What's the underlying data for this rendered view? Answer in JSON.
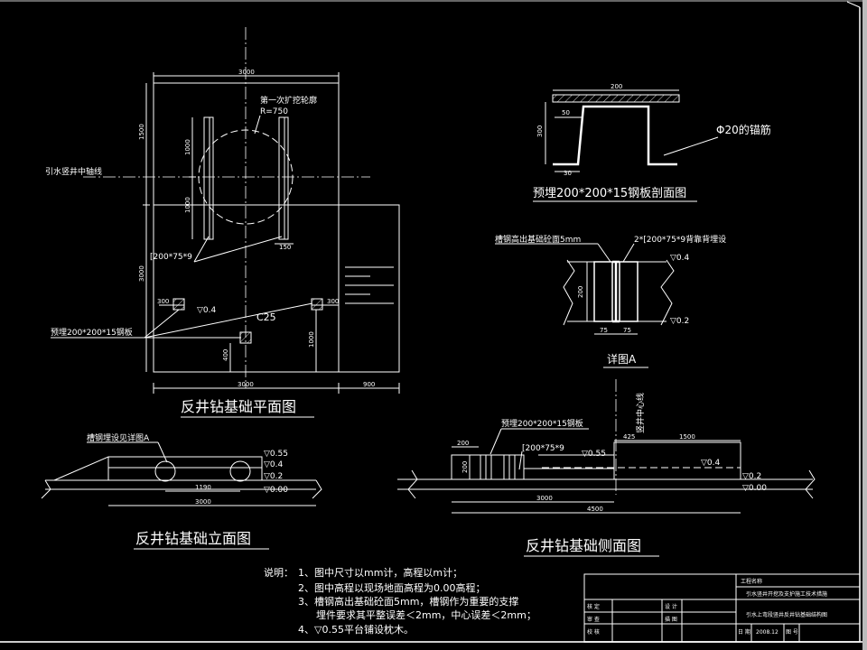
{
  "plan": {
    "title": "反井钻基础平面图",
    "excavation_label": "第一次扩挖轮廓",
    "radius_label": "R=750",
    "axis_label": "引水竖井中轴线",
    "channel_label": "[200*75*9",
    "plate_label": "预埋200*200*15钢板",
    "elev": "▽0.4",
    "concrete": "C25",
    "dims": {
      "top": "3000",
      "left_top": "1500",
      "left_bottom": "3000",
      "inner_1": "1000",
      "inner_2": "1000",
      "w150": "150",
      "p300_left": "300",
      "p300_right": "300",
      "d400": "400",
      "d1000": "1000",
      "bottom": "3000",
      "bottom_right": "900"
    }
  },
  "section": {
    "title": "预埋200*200*15钢板剖面图",
    "anchor_label": "Φ20的锚筋",
    "dims": {
      "top": "200",
      "left": "300",
      "w50": "50",
      "w30": "30"
    }
  },
  "detail": {
    "title": "详图A",
    "top_label": "槽钢高出基础砼面5mm",
    "channel_label": "2*[200*75*9背靠背埋设",
    "elev_top": "▽0.4",
    "elev_bottom": "▽0.2",
    "dims": {
      "h": "200",
      "w1": "75",
      "w2": "75"
    }
  },
  "elevation": {
    "title": "反井钻基础立面图",
    "note": "槽钢埋设见详图A",
    "elevs": [
      "▽0.55",
      "▽0.4",
      "▽0.2",
      "▽0.00"
    ],
    "dims": {
      "inner": "1190",
      "total": "3000"
    }
  },
  "side": {
    "title": "反井钻基础侧面图",
    "plate_label": "预埋200*200*15钢板",
    "channel_label": "[200*75*9",
    "axis_label": "竖井中心线",
    "elevs": {
      "e055": "▽0.55",
      "e04": "▽0.4",
      "e02": "▽0.2",
      "e00": "▽0.00"
    },
    "dims": {
      "w200": "200",
      "h200": "200",
      "d425": "425",
      "d1500": "1500",
      "d3000": "3000",
      "d4500": "4500"
    }
  },
  "notes": {
    "heading": "说明：",
    "lines": [
      "1、图中尺寸以mm计，高程以m计；",
      "2、图中高程以现场地面高程为0.00高程；",
      "3、槽钢高出基础砼面5mm，槽钢作为重要的支撑",
      "埋件要求其平整误差＜2mm，中心误差＜2mm；",
      "4、▽0.55平台铺设枕木。"
    ]
  },
  "titleblock": {
    "project_label": "工程名称",
    "project_name": "引水竖井开挖及支护施工技术措施",
    "drawing_name": "引水上弯段竖井反井钻基础结构图",
    "rows": [
      "核 定",
      "审 查",
      "校 核"
    ],
    "design": "设 计",
    "draw": "描 图",
    "date_label": "日 期",
    "date": "2008.12",
    "no_label": "图 号"
  }
}
